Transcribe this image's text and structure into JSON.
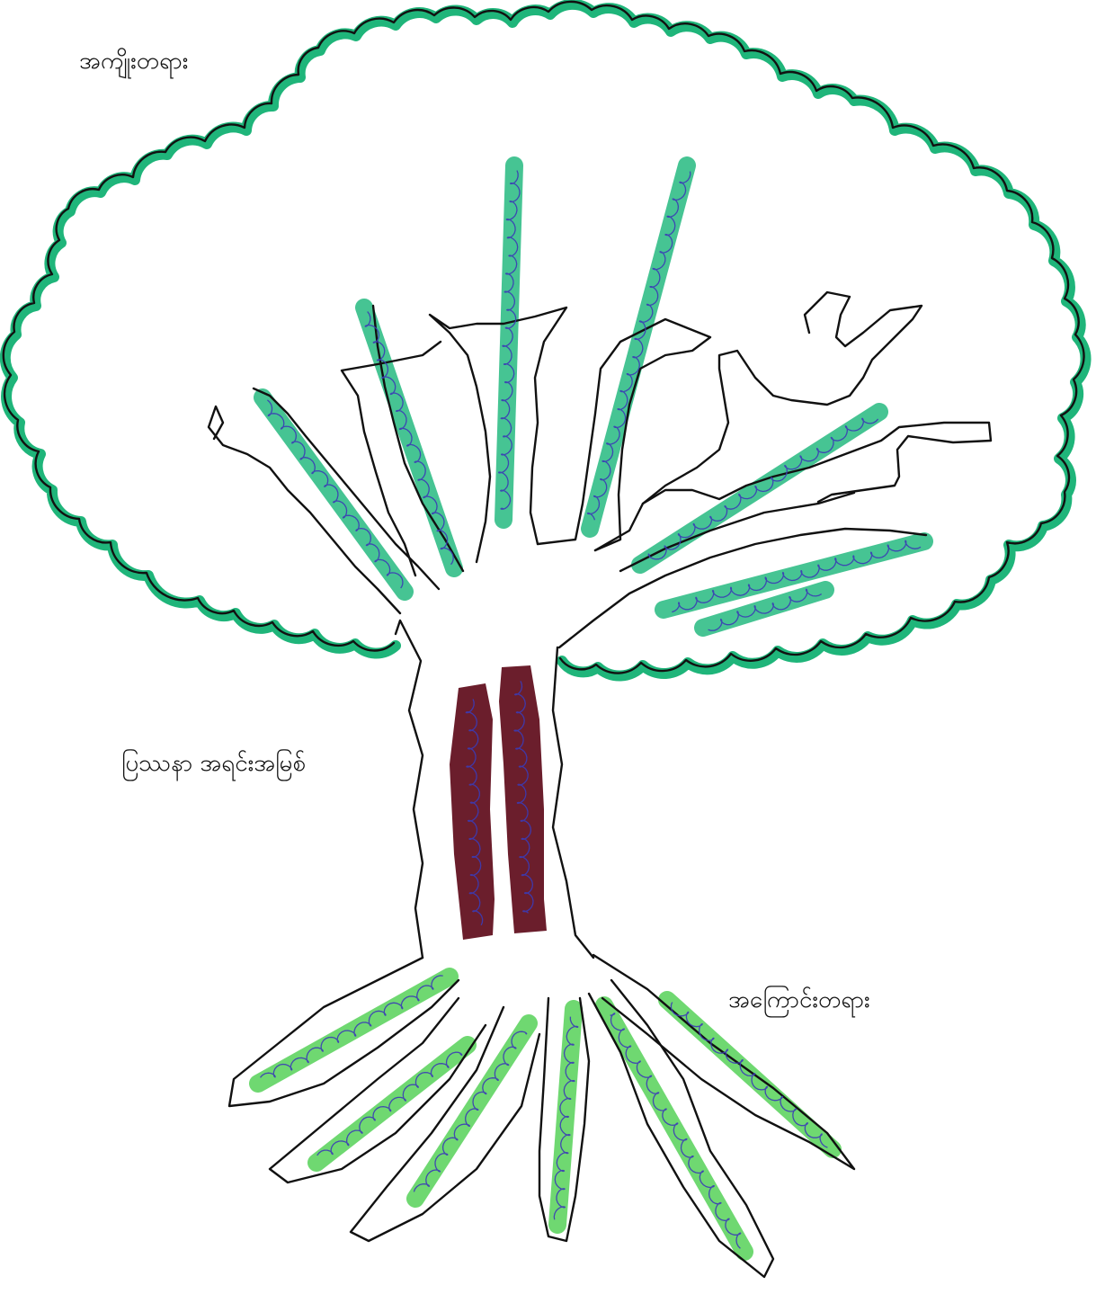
{
  "diagram": {
    "labels": {
      "effects": "အကျိုးတရား",
      "core_problem": "ပြဿနာ အရင်းအမြစ်",
      "causes": "အကြောင်းတရား"
    },
    "colors": {
      "canopy": "#1fb57a",
      "ink": "#111111",
      "branch_highlight": "#2dbd85",
      "root_highlight": "#5cd35e",
      "trunk_bars": "#6b1e2c",
      "handwriting": "#3b3bb6"
    }
  }
}
